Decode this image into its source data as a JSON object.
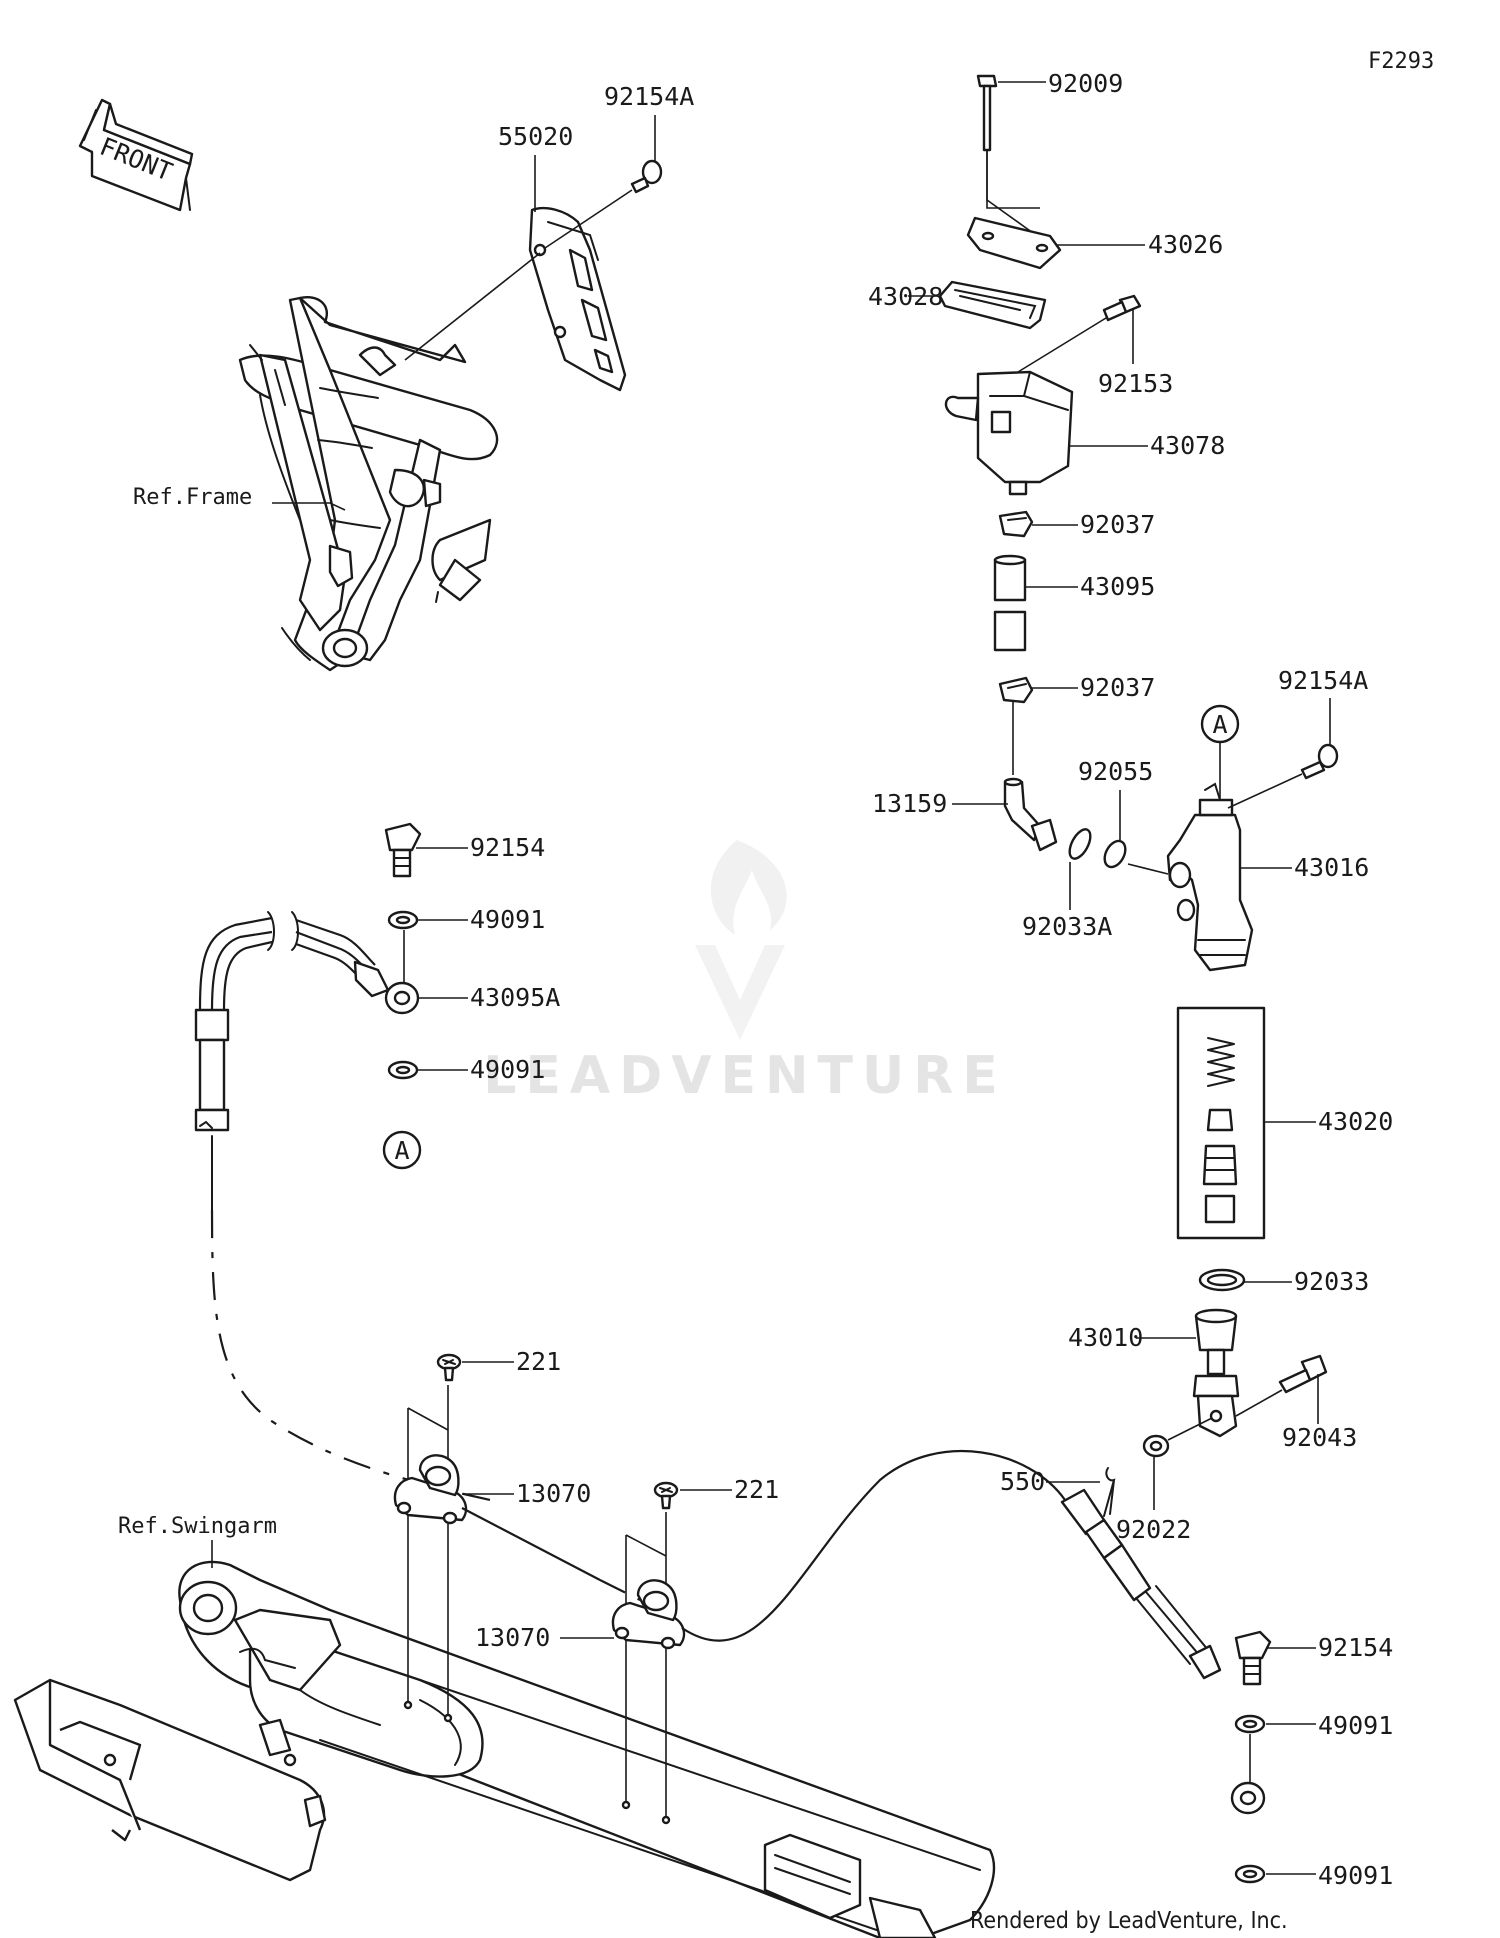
{
  "figure_id": "F2293",
  "front_label": "FRONT",
  "references": {
    "frame": "Ref.Frame",
    "swingarm": "Ref.Swingarm"
  },
  "callouts": [
    {
      "id": "55020",
      "part": "55020"
    },
    {
      "id": "92154A-top",
      "part": "92154A"
    },
    {
      "id": "92009",
      "part": "92009"
    },
    {
      "id": "43026",
      "part": "43026"
    },
    {
      "id": "43028",
      "part": "43028"
    },
    {
      "id": "92153",
      "part": "92153"
    },
    {
      "id": "43078",
      "part": "43078"
    },
    {
      "id": "92037-a",
      "part": "92037"
    },
    {
      "id": "43095",
      "part": "43095"
    },
    {
      "id": "92037-b",
      "part": "92037"
    },
    {
      "id": "13159",
      "part": "13159"
    },
    {
      "id": "92055",
      "part": "92055"
    },
    {
      "id": "92154A-right",
      "part": "92154A"
    },
    {
      "id": "43016",
      "part": "43016"
    },
    {
      "id": "92033A",
      "part": "92033A"
    },
    {
      "id": "92154-left",
      "part": "92154"
    },
    {
      "id": "49091-a",
      "part": "49091"
    },
    {
      "id": "43095A",
      "part": "43095A"
    },
    {
      "id": "49091-b",
      "part": "49091"
    },
    {
      "id": "43020",
      "part": "43020"
    },
    {
      "id": "92033",
      "part": "92033"
    },
    {
      "id": "43010",
      "part": "43010"
    },
    {
      "id": "92043",
      "part": "92043"
    },
    {
      "id": "550",
      "part": "550"
    },
    {
      "id": "92022",
      "part": "92022"
    },
    {
      "id": "221-a",
      "part": "221"
    },
    {
      "id": "13070-a",
      "part": "13070"
    },
    {
      "id": "221-b",
      "part": "221"
    },
    {
      "id": "13070-b",
      "part": "13070"
    },
    {
      "id": "92154-right",
      "part": "92154"
    },
    {
      "id": "49091-c",
      "part": "49091"
    },
    {
      "id": "49091-d",
      "part": "49091"
    }
  ],
  "connection_marker": "A",
  "watermark": "LEADVENTURE",
  "credit": "Rendered by LeadVenture, Inc."
}
